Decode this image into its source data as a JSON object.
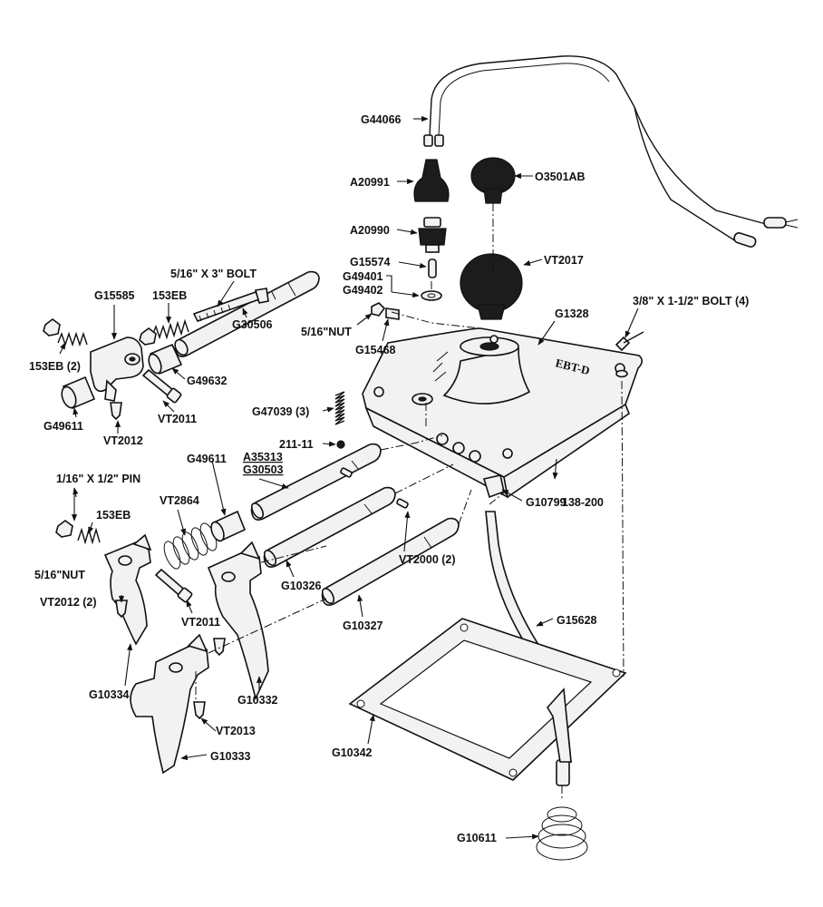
{
  "colors": {
    "ink": "#111111",
    "paper": "#ffffff"
  },
  "labels": [
    {
      "id": "g44066",
      "text": "G44066"
    },
    {
      "id": "a20991",
      "text": "A20991"
    },
    {
      "id": "o3501ab",
      "text": "O3501AB"
    },
    {
      "id": "a20990",
      "text": "A20990"
    },
    {
      "id": "g15574",
      "text": "G15574"
    },
    {
      "id": "vt2017",
      "text": "VT2017"
    },
    {
      "id": "g49401",
      "text": "G49401"
    },
    {
      "id": "g49402",
      "text": "G49402"
    },
    {
      "id": "bolt_516x3",
      "text": "5/16\" X 3\" BOLT"
    },
    {
      "id": "g15585",
      "text": "G15585"
    },
    {
      "id": "e153eb_top",
      "text": "153EB"
    },
    {
      "id": "g1328",
      "text": "G1328"
    },
    {
      "id": "bolt_38",
      "text": "3/8\" X 1-1/2\" BOLT (4)"
    },
    {
      "id": "nut_516_top",
      "text": "5/16\"NUT"
    },
    {
      "id": "g30506",
      "text": "G30506"
    },
    {
      "id": "g15468",
      "text": "G15468"
    },
    {
      "id": "e153eb_2",
      "text": "153EB (2)"
    },
    {
      "id": "g49632",
      "text": "G49632"
    },
    {
      "id": "vt2011_top",
      "text": "VT2011"
    },
    {
      "id": "g49611_left",
      "text": "G49611"
    },
    {
      "id": "vt2012",
      "text": "VT2012"
    },
    {
      "id": "g47039",
      "text": "G47039 (3)"
    },
    {
      "id": "s211",
      "text": "211-11"
    },
    {
      "id": "g49611_mid",
      "text": "G49611"
    },
    {
      "id": "a35313",
      "text": "A35313"
    },
    {
      "id": "g30503",
      "text": "G30503"
    },
    {
      "id": "pin",
      "text": "1/16\" X 1/2\" PIN"
    },
    {
      "id": "g10799",
      "text": "G10799"
    },
    {
      "id": "s138",
      "text": "138-200"
    },
    {
      "id": "e153eb_low",
      "text": "153EB"
    },
    {
      "id": "vt2864",
      "text": "VT2864"
    },
    {
      "id": "g10326",
      "text": "G10326"
    },
    {
      "id": "vt2000",
      "text": "VT2000 (2)"
    },
    {
      "id": "nut_516_low",
      "text": "5/16\"NUT"
    },
    {
      "id": "vt2012_2",
      "text": "VT2012 (2)"
    },
    {
      "id": "vt2011_low",
      "text": "VT2011"
    },
    {
      "id": "g10327",
      "text": "G10327"
    },
    {
      "id": "g15628",
      "text": "G15628"
    },
    {
      "id": "g10334",
      "text": "G10334"
    },
    {
      "id": "g10332",
      "text": "G10332"
    },
    {
      "id": "vt2013",
      "text": "VT2013"
    },
    {
      "id": "g10342",
      "text": "G10342"
    },
    {
      "id": "g10333",
      "text": "G10333"
    },
    {
      "id": "g10611",
      "text": "G10611"
    }
  ],
  "cover_casting_mark": "EBT-D"
}
